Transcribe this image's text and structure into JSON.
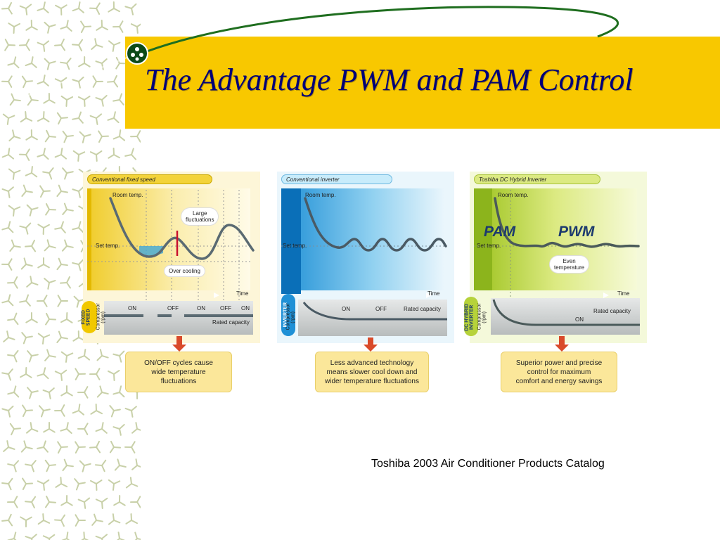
{
  "slide": {
    "title": "The Advantage PWM and PAM Control",
    "source": "Toshiba 2003 Air Conditioner Products Catalog"
  },
  "colors": {
    "title_band": "#f8c800",
    "title_text": "#000078",
    "fixed_panel": "#f3d33a",
    "inverter_panel": "#1f90d6",
    "hybrid_panel": "#b6d23a",
    "arrow": "#d94a2a",
    "result_box": "#fbe79a"
  },
  "panels": [
    {
      "header": "Conventional fixed speed",
      "room_temp": "Room temp.",
      "set_temp": "Set temp.",
      "time": "Time",
      "side_label": "FIXED\nSPEED",
      "compressor_label": "Compressor\n(rpm)",
      "bubble_top": "Large\nfluctuations",
      "bubble_bottom": "Over cooling",
      "bar_labels": [
        "ON",
        "OFF",
        "ON",
        "OFF",
        "ON"
      ],
      "rated_capacity": "Rated capacity",
      "result": "ON/OFF cycles cause\nwide temperature\nfluctuations"
    },
    {
      "header": "Conventional inverter",
      "room_temp": "Room temp.",
      "set_temp": "Set temp.",
      "time": "Time",
      "side_label": "INVERTER",
      "compressor_label": "Compressor\n(rpm)",
      "bar_labels": [
        "ON",
        "OFF"
      ],
      "rated_capacity": "Rated capacity",
      "result": "Less advanced technology\nmeans slower cool down and\nwider temperature fluctuations"
    },
    {
      "header": "Toshiba DC Hybrid Inverter",
      "room_temp": "Room temp.",
      "set_temp": "Set temp.",
      "time": "Time",
      "side_label": "DC HYBRID\nINVERTER",
      "compressor_label": "Compressor\n(rpm)",
      "pam": "PAM",
      "pwm": "PWM",
      "bubble": "Even\ntemperature",
      "bar_labels": [
        "ON"
      ],
      "rated_capacity": "Rated capacity",
      "result": "Superior power and precise\ncontrol for maximum\ncomfort and energy savings"
    }
  ]
}
